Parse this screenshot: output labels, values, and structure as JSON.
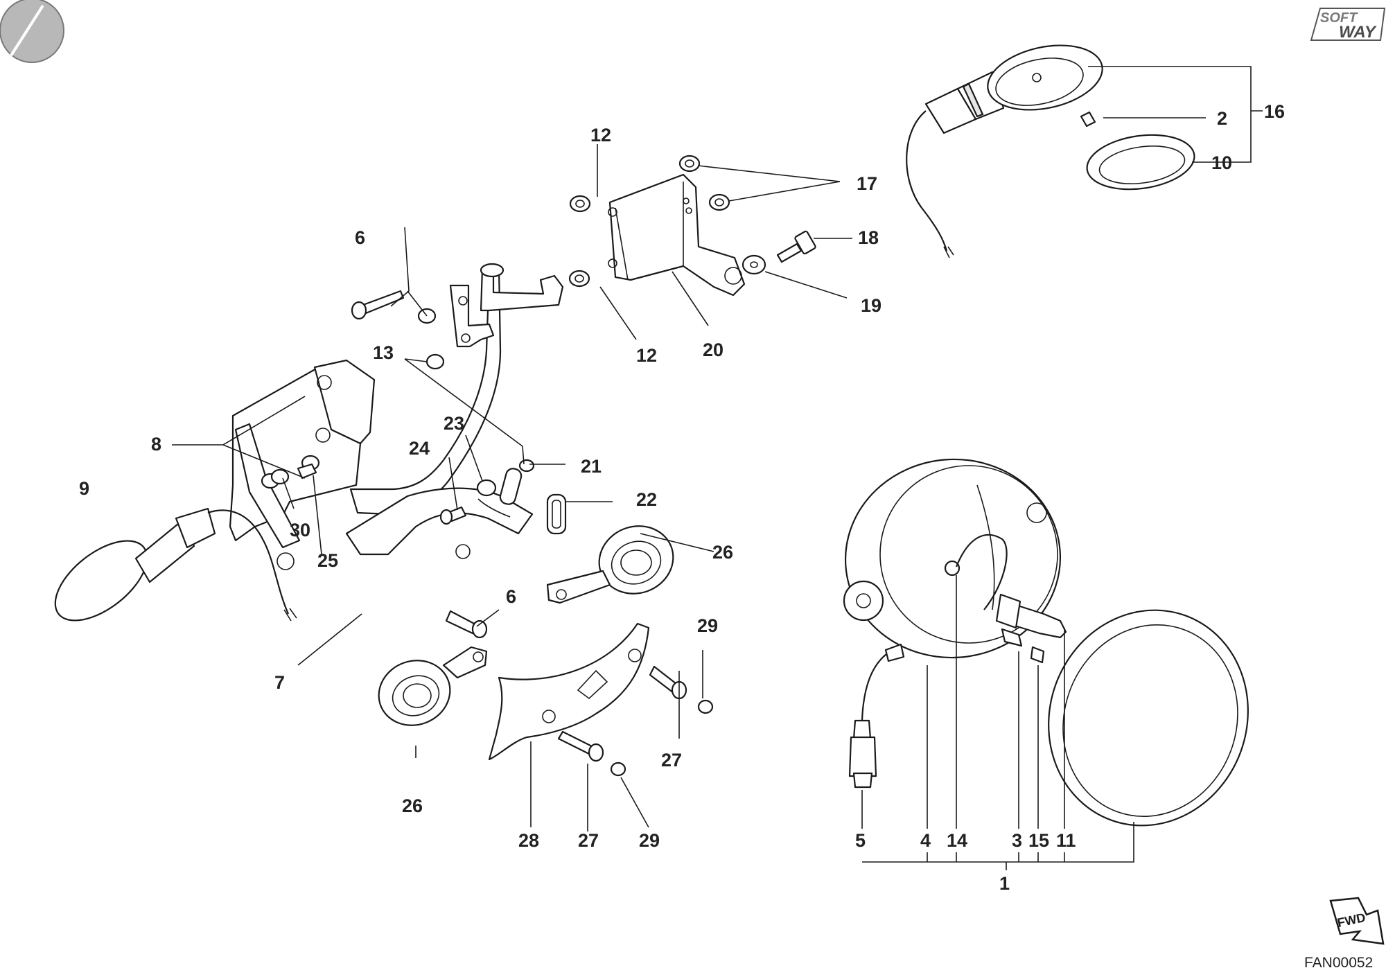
{
  "brand": {
    "logo_text": "SOFT WAY"
  },
  "orientation_tag": "FWD",
  "drawing_code": "FAN00052",
  "callouts": {
    "c12a": "12",
    "c12b": "12",
    "c17": "17",
    "c18": "18",
    "c19": "19",
    "c20": "20",
    "c6a": "6",
    "c6b": "6",
    "c13": "13",
    "c8": "8",
    "c9": "9",
    "c30": "30",
    "c25": "25",
    "c24": "24",
    "c23": "23",
    "c21": "21",
    "c22": "22",
    "c26a": "26",
    "c26b": "26",
    "c7": "7",
    "c29a": "29",
    "c29b": "29",
    "c27a": "27",
    "c27b": "27",
    "c28": "28",
    "c2": "2",
    "c10": "10",
    "c16": "16",
    "c5": "5",
    "c4": "4",
    "c14": "14",
    "c3": "3",
    "c15": "15",
    "c11": "11",
    "c1": "1"
  },
  "colors": {
    "line": "#1a1a1a",
    "text": "#222222",
    "background": "#ffffff",
    "logo_fill": "#7a7a7a"
  }
}
